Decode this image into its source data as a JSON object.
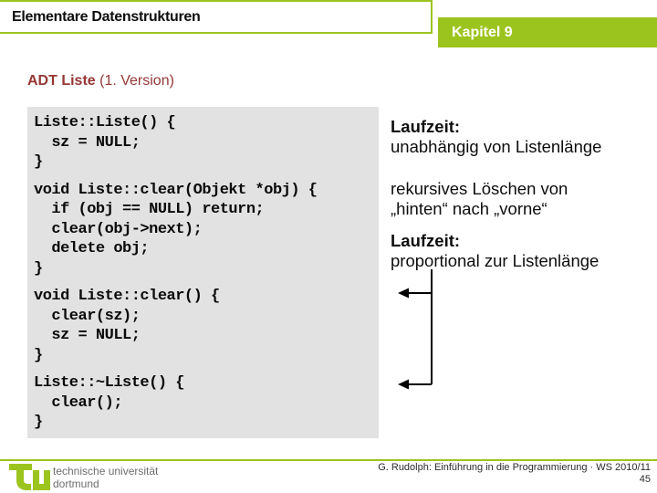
{
  "header": {
    "title": "Elementare Datenstrukturen",
    "chapter": "Kapitel 9"
  },
  "subtitle": {
    "bold": "ADT Liste",
    "normal": " (1. Version)"
  },
  "code": {
    "sections": [
      {
        "lines": [
          "Liste::Liste() {",
          "  sz = NULL;",
          "}"
        ]
      },
      {
        "lines": [
          "void Liste::clear(Objekt *obj) {",
          "  if (obj == NULL) return;",
          "  clear(obj->next);",
          "  delete obj;",
          "}"
        ]
      },
      {
        "lines": [
          "void Liste::clear() {",
          "  clear(sz);",
          "  sz = NULL;",
          "}"
        ]
      },
      {
        "lines": [
          "Liste::~Liste() {",
          "  clear();",
          "}"
        ]
      }
    ]
  },
  "annotations": [
    {
      "title": "Laufzeit:",
      "line1": "unabhängig von Listenlänge"
    },
    {
      "line1": "rekursives Löschen von",
      "line2": "„hinten“ nach „vorne“"
    },
    {
      "title": "Laufzeit:",
      "line1": "proportional zur Listenlänge"
    }
  ],
  "footer": {
    "course": "G. Rudolph: Einführung in die Programmierung · WS 2010/11",
    "page": "45",
    "logo_line1": "technische universität",
    "logo_line2": "dortmund"
  },
  "colors": {
    "green": "#9cc41e",
    "subtitle_red": "#953735",
    "code_background": "#e2e2e2",
    "footer_gray": "#6e6e6e"
  }
}
